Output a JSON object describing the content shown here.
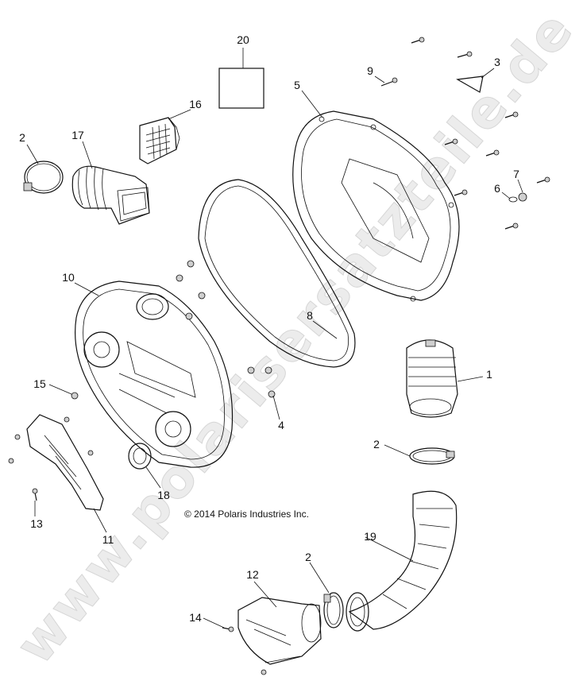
{
  "watermark": "www.polarisersatzteile.de",
  "copyright": "© 2014 Polaris Industries Inc.",
  "callouts": [
    {
      "id": "c20",
      "label": "20"
    },
    {
      "id": "c16",
      "label": "16"
    },
    {
      "id": "c2a",
      "label": "2"
    },
    {
      "id": "c17",
      "label": "17"
    },
    {
      "id": "c9",
      "label": "9"
    },
    {
      "id": "c3",
      "label": "3"
    },
    {
      "id": "c5",
      "label": "5"
    },
    {
      "id": "c7",
      "label": "7"
    },
    {
      "id": "c6",
      "label": "6"
    },
    {
      "id": "c10",
      "label": "10"
    },
    {
      "id": "c8",
      "label": "8"
    },
    {
      "id": "c1",
      "label": "1"
    },
    {
      "id": "c15",
      "label": "15"
    },
    {
      "id": "c4",
      "label": "4"
    },
    {
      "id": "c2b",
      "label": "2"
    },
    {
      "id": "c18",
      "label": "18"
    },
    {
      "id": "c13",
      "label": "13"
    },
    {
      "id": "c11",
      "label": "11"
    },
    {
      "id": "c19",
      "label": "19"
    },
    {
      "id": "c2c",
      "label": "2"
    },
    {
      "id": "c12",
      "label": "12"
    },
    {
      "id": "c14",
      "label": "14"
    },
    {
      "id": "c2d",
      "label": "2"
    }
  ]
}
